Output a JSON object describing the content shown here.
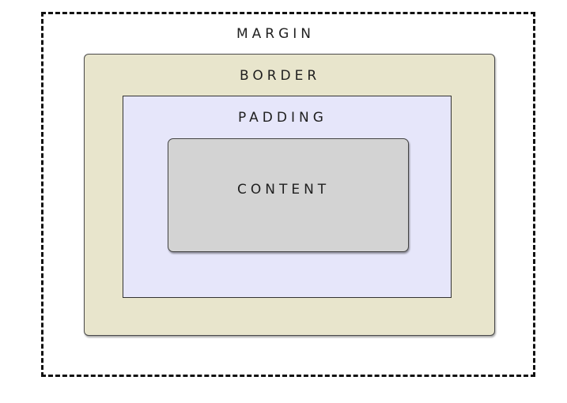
{
  "diagram": {
    "layers": [
      {
        "key": "margin",
        "label": "MARGIN",
        "fill": "#ffffff",
        "stroke": "#111111",
        "stroke_style": "dashed"
      },
      {
        "key": "border",
        "label": "BORDER",
        "fill": "#e8e5cc",
        "stroke": "#4a4a4a",
        "stroke_style": "solid"
      },
      {
        "key": "padding",
        "label": "PADDING",
        "fill": "#e6e6fa",
        "stroke": "#333333",
        "stroke_style": "solid"
      },
      {
        "key": "content",
        "label": "CONTENT",
        "fill": "#d3d3d3",
        "stroke": "#444444",
        "stroke_style": "solid"
      }
    ]
  }
}
